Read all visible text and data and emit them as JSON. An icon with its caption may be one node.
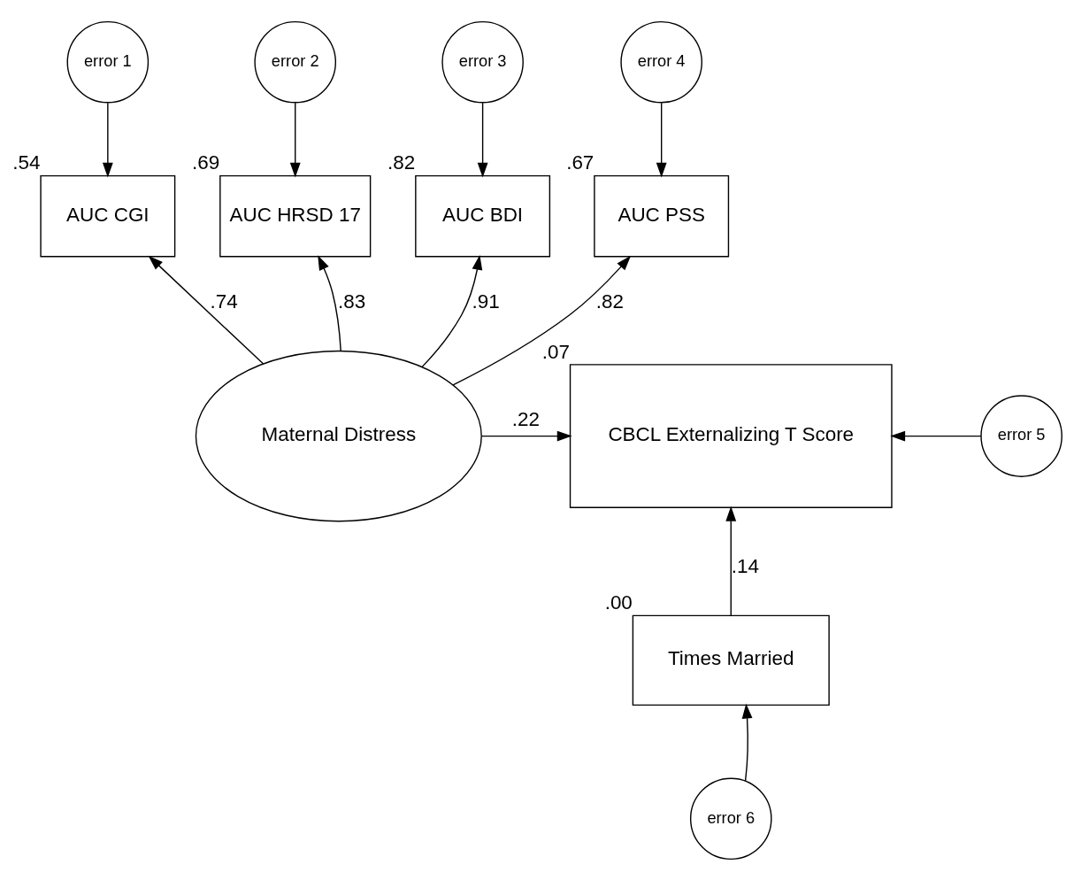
{
  "diagram": {
    "nodes": [
      {
        "text": [
          "error 1"
        ]
      },
      {
        "text": [
          "error 2"
        ]
      },
      {
        "text": [
          "error 3"
        ]
      },
      {
        "text": [
          "error 4"
        ]
      },
      {
        "text": [
          "AUC CGI"
        ],
        "beside": [
          ".54"
        ]
      },
      {
        "text": [
          "AUC HRSD 17"
        ],
        "beside": [
          ".69"
        ]
      },
      {
        "text": [
          "AUC BDI"
        ],
        "beside": [
          ".82"
        ]
      },
      {
        "text": [
          "AUC PSS"
        ],
        "beside": [
          ".67"
        ]
      },
      {
        "text": [
          "Maternal Distress"
        ]
      },
      {
        "text": [
          "CBCL Externalizing T Score"
        ],
        "beside": [
          ".07"
        ]
      },
      {
        "text": [
          "error 5"
        ]
      },
      {
        "text": [
          "Times Married"
        ],
        "beside": [
          ".00"
        ]
      },
      {
        "text": [
          "error 6"
        ]
      }
    ],
    "edges": [
      {
        "from": 0,
        "to": 4,
        "arrow": "to"
      },
      {
        "from": 1,
        "to": 5,
        "arrow": "to"
      },
      {
        "from": 2,
        "to": 6,
        "arrow": "to"
      },
      {
        "from": 3,
        "to": 7,
        "arrow": "to"
      },
      {
        "from": 8,
        "to": 4,
        "arrow": "to",
        "label": ".74"
      },
      {
        "from": 8,
        "to": 5,
        "arrow": "to",
        "label": ".83"
      },
      {
        "from": 8,
        "to": 6,
        "arrow": "to",
        "label": ".91"
      },
      {
        "from": 8,
        "to": 7,
        "arrow": "to",
        "label": ".82"
      },
      {
        "from": 8,
        "to": 9,
        "arrow": "to",
        "label": ".22"
      },
      {
        "from": 10,
        "to": 9,
        "arrow": "to"
      },
      {
        "from": 11,
        "to": 9,
        "arrow": "to",
        "label": ".14"
      },
      {
        "from": 12,
        "to": 11,
        "arrow": "to"
      }
    ]
  }
}
